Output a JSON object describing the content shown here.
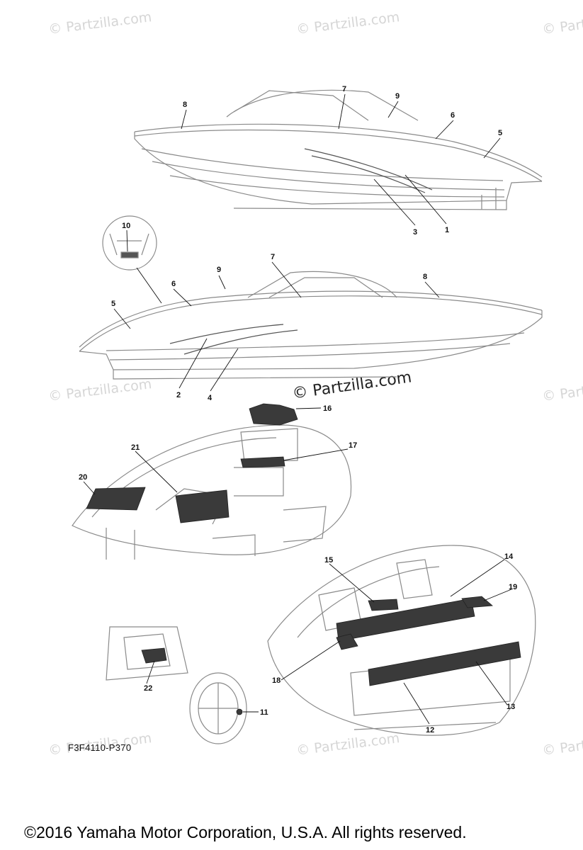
{
  "diagram": {
    "drawing_code": "F3F4110-P370",
    "copyright": "©2016  Yamaha Motor Corporation, U.S.A. All rights reserved.",
    "watermark": "© Partzilla.com",
    "callouts": [
      "1",
      "2",
      "3",
      "4",
      "5",
      "6",
      "7",
      "8",
      "9",
      "10",
      "11",
      "12",
      "13",
      "14",
      "15",
      "16",
      "17",
      "18",
      "19",
      "20",
      "21",
      "22"
    ]
  },
  "colors": {
    "line": "#8a8a8a",
    "ink": "#111111",
    "mat": "#3a3a3a",
    "watermark": "#d6d6d6"
  }
}
